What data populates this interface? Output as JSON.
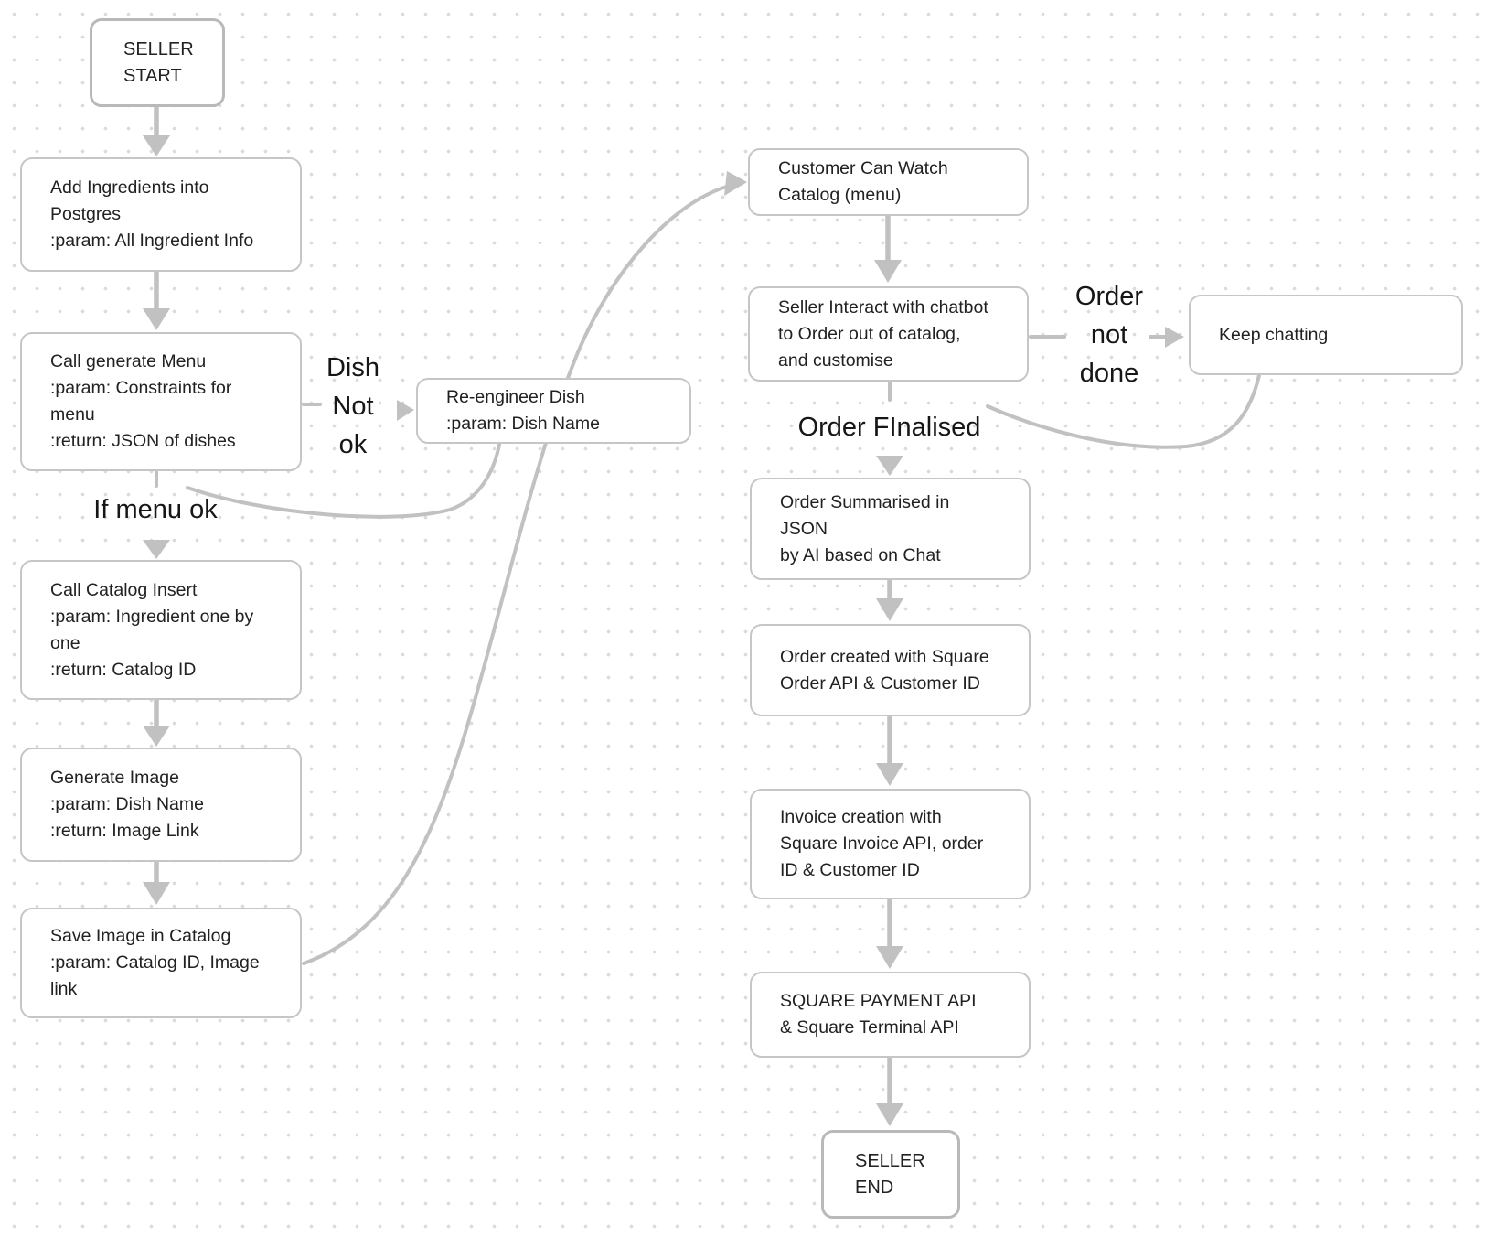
{
  "colors": {
    "background": "#ffffff",
    "grid_dot": "#dcdcdc",
    "node_border": "#c6c6c6",
    "terminal_border": "#b9b9b9",
    "node_fill": "#ffffff",
    "connector": "#c1c1c1",
    "text": "#212121"
  },
  "nodes": {
    "seller_start": {
      "text": "SELLER\nSTART"
    },
    "add_ingredients": {
      "text": "Add Ingredients into\nPostgres\n:param: All Ingredient Info"
    },
    "call_generate_menu": {
      "text": "Call generate Menu\n:param: Constraints for\nmenu\n:return: JSON of dishes"
    },
    "re_engineer_dish": {
      "text": "Re-engineer Dish\n:param: Dish Name"
    },
    "call_catalog_insert": {
      "text": "Call Catalog Insert\n:param: Ingredient one by\none\n:return: Catalog ID"
    },
    "generate_image": {
      "text": "Generate Image\n:param: Dish Name\n:return: Image Link"
    },
    "save_image_in_catalog": {
      "text": "Save Image in Catalog\n:param: Catalog ID, Image\nlink"
    },
    "customer_can_watch_catalog": {
      "text": "Customer Can Watch\nCatalog (menu)"
    },
    "seller_interact_chatbot": {
      "text": "Seller Interact with chatbot\nto Order out of catalog,\nand customise"
    },
    "keep_chatting": {
      "text": "Keep chatting"
    },
    "order_summarised_json": {
      "text": "Order Summarised in\nJSON\nby AI based on Chat"
    },
    "order_created_square": {
      "text": "Order created with Square\nOrder API & Customer ID"
    },
    "invoice_creation": {
      "text": "Invoice creation with\nSquare Invoice API, order\nID & Customer ID"
    },
    "square_payment_api": {
      "text": "SQUARE PAYMENT API\n& Square Terminal API"
    },
    "seller_end": {
      "text": "SELLER\nEND"
    }
  },
  "edge_labels": {
    "dish_not_ok": "Dish\nNot\nok",
    "if_menu_ok": "If menu ok",
    "order_not_done": "Order\nnot\ndone",
    "order_finalised": "Order FInalised"
  },
  "edges": [
    {
      "from": "seller_start",
      "to": "add_ingredients"
    },
    {
      "from": "add_ingredients",
      "to": "call_generate_menu"
    },
    {
      "from": "call_generate_menu",
      "to": "re_engineer_dish",
      "label_ref": "dish_not_ok"
    },
    {
      "from": "re_engineer_dish",
      "to": "call_generate_menu"
    },
    {
      "from": "call_generate_menu",
      "to": "call_catalog_insert",
      "label_ref": "if_menu_ok"
    },
    {
      "from": "call_catalog_insert",
      "to": "generate_image"
    },
    {
      "from": "generate_image",
      "to": "save_image_in_catalog"
    },
    {
      "from": "save_image_in_catalog",
      "to": "customer_can_watch_catalog"
    },
    {
      "from": "customer_can_watch_catalog",
      "to": "seller_interact_chatbot"
    },
    {
      "from": "seller_interact_chatbot",
      "to": "keep_chatting",
      "label_ref": "order_not_done"
    },
    {
      "from": "keep_chatting",
      "to": "seller_interact_chatbot"
    },
    {
      "from": "seller_interact_chatbot",
      "to": "order_summarised_json",
      "label_ref": "order_finalised"
    },
    {
      "from": "order_summarised_json",
      "to": "order_created_square"
    },
    {
      "from": "order_created_square",
      "to": "invoice_creation"
    },
    {
      "from": "invoice_creation",
      "to": "square_payment_api"
    },
    {
      "from": "square_payment_api",
      "to": "seller_end"
    }
  ]
}
